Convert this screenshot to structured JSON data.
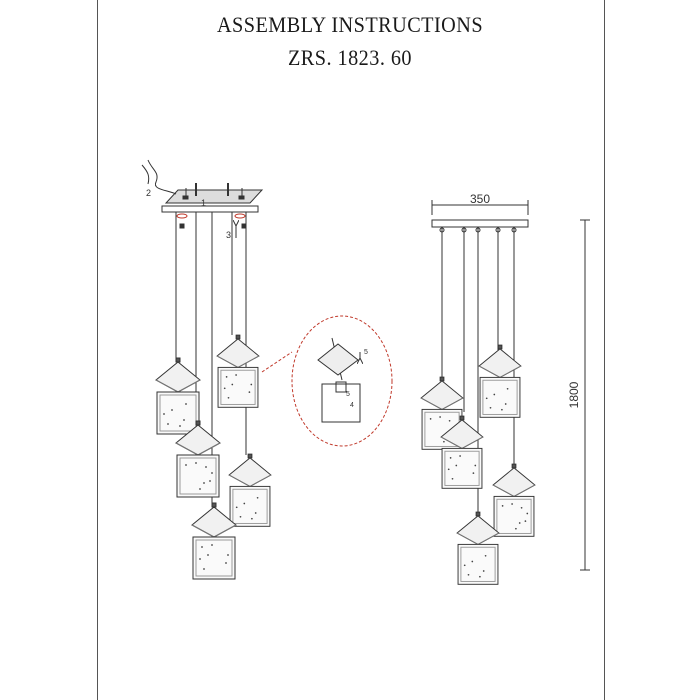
{
  "header": {
    "title": "ASSEMBLY INSTRUCTIONS",
    "model": "ZRS. 1823. 60"
  },
  "dimensions": {
    "width": "350",
    "height": "1800"
  },
  "steps": {
    "s1": "1",
    "s2": "2",
    "s3": "3",
    "s4": "4",
    "s5": "5"
  },
  "colors": {
    "line": "#333333",
    "accent": "#c0392b"
  }
}
